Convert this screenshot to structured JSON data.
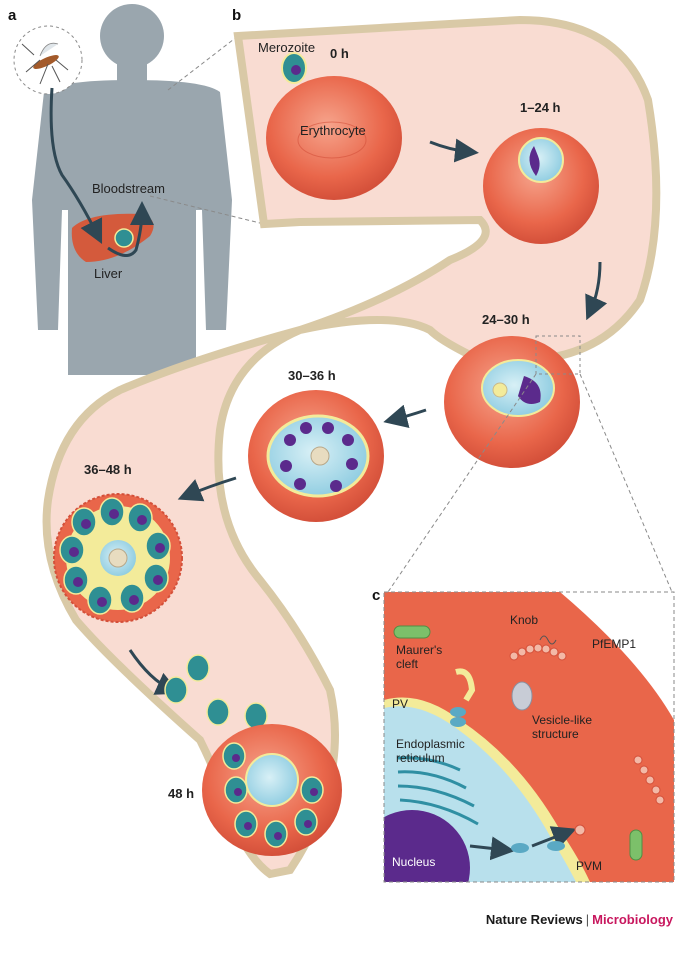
{
  "panels": {
    "a": "a",
    "b": "b",
    "c": "c"
  },
  "panel_a": {
    "bloodstream": "Bloodstream",
    "liver": "Liver"
  },
  "panel_b": {
    "merozoite": "Merozoite",
    "erythrocyte": "Erythrocyte",
    "stages": [
      "0 h",
      "1–24 h",
      "24–30 h",
      "30–36 h",
      "36–48 h",
      "48 h"
    ]
  },
  "panel_c": {
    "knob": "Knob",
    "pfemp1": "PfEMP1",
    "maurers_cleft_line1": "Maurer's",
    "maurers_cleft_line2": "cleft",
    "pv": "PV",
    "vesicle_line1": "Vesicle-like",
    "vesicle_line2": "structure",
    "er_line1": "Endoplasmic",
    "er_line2": "reticulum",
    "nucleus": "Nucleus",
    "pvm": "PVM"
  },
  "credit": {
    "publisher": "Nature Reviews",
    "separator": "|",
    "journal": "Microbiology"
  },
  "colors": {
    "vessel": "#f9dcd2",
    "vessel_wall": "#efe6cf",
    "cell": "#ea6a4c",
    "cell_light": "#f3937a",
    "vacuole": "#9fd3e3",
    "vacuole_rim": "#f3eb9a",
    "nucleus": "#5b2a8c",
    "body": "#9aa6ae",
    "liver": "#d45a3c",
    "arrow": "#2f4754"
  }
}
